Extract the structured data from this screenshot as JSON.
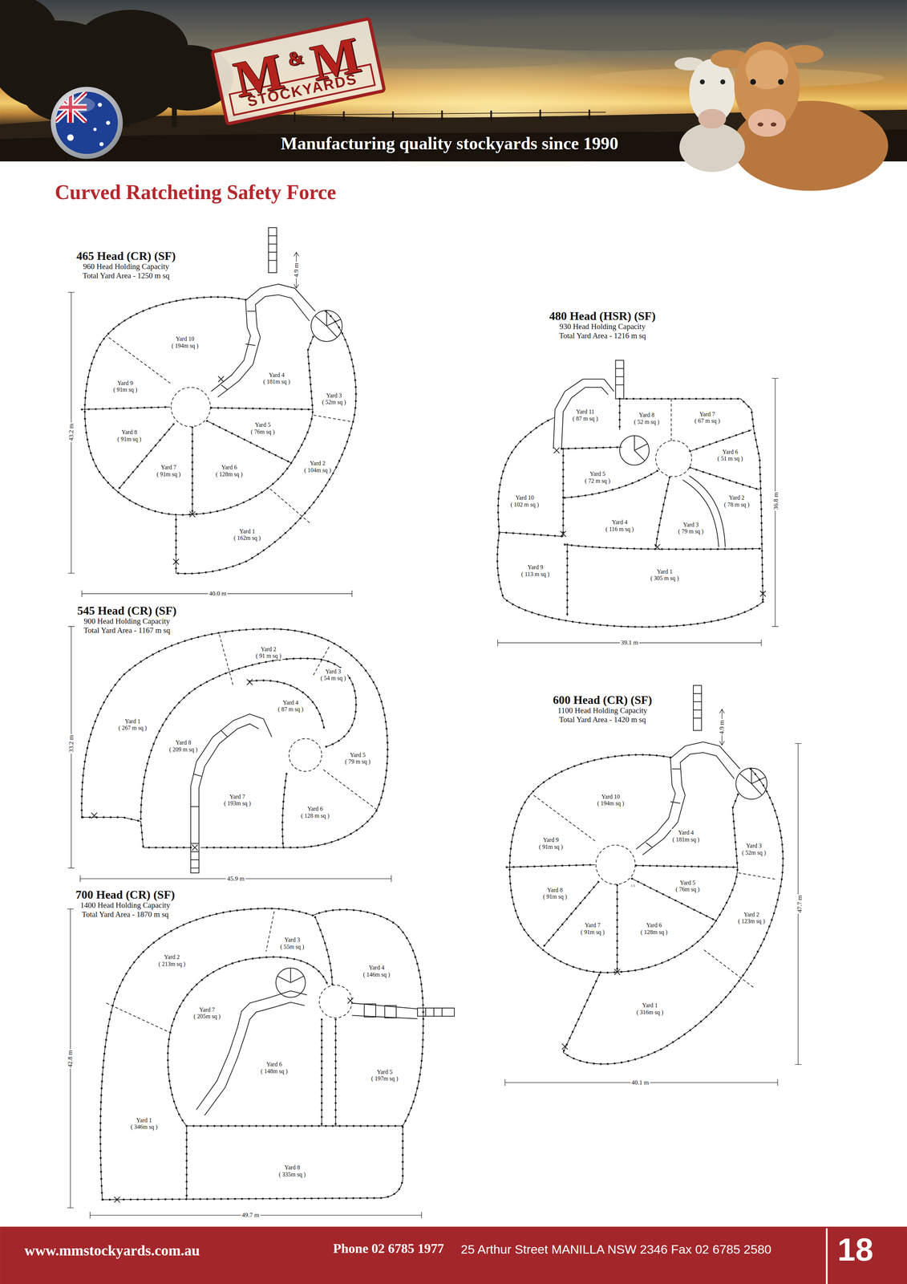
{
  "diagram": {
    "title": "Curved Ratcheting Safety Force",
    "nodes": [
      {
        "text": [
          "465 Head (CR) (SF)",
          "960 Head Holding Capacity",
          "Total Yard Area - 1250 m sq"
        ]
      },
      {
        "text": [
          "Yard 1",
          "( 162m sq )"
        ],
        "in": 0
      },
      {
        "text": [
          "Yard 2",
          "( 104m sq )"
        ],
        "in": 0
      },
      {
        "text": [
          "Yard 3",
          "( 52m sq )"
        ],
        "in": 0
      },
      {
        "text": [
          "Yard 4",
          "( 181m sq )"
        ],
        "in": 0
      },
      {
        "text": [
          "Yard 5",
          "( 76m sq )"
        ],
        "in": 0
      },
      {
        "text": [
          "Yard 6",
          "( 128m sq )"
        ],
        "in": 0
      },
      {
        "text": [
          "Yard 7",
          "( 91m sq )"
        ],
        "in": 0
      },
      {
        "text": [
          "Yard 8",
          "( 91m sq )"
        ],
        "in": 0
      },
      {
        "text": [
          "Yard 9",
          "( 91m sq )"
        ],
        "in": 0
      },
      {
        "text": [
          "Yard 10",
          "( 194m sq )"
        ],
        "in": 0
      },
      {
        "text": [
          "480 Head (HSR) (SF)",
          "930 Head Holding Capacity",
          "Total Yard Area - 1216 m sq"
        ]
      },
      {
        "text": [
          "Yard 1",
          "( 305 m sq )"
        ],
        "in": 11
      },
      {
        "text": [
          "Yard 2",
          "( 78 m sq )"
        ],
        "in": 11
      },
      {
        "text": [
          "Yard 3",
          "( 79 m sq )"
        ],
        "in": 11
      },
      {
        "text": [
          "Yard 4",
          "( 116 m sq )"
        ],
        "in": 11
      },
      {
        "text": [
          "Yard 5",
          "( 72 m sq )"
        ],
        "in": 11
      },
      {
        "text": [
          "Yard 6",
          "( 51 m sq )"
        ],
        "in": 11
      },
      {
        "text": [
          "Yard 7",
          "( 67 m sq )"
        ],
        "in": 11
      },
      {
        "text": [
          "Yard 8",
          "( 52 m sq )"
        ],
        "in": 11
      },
      {
        "text": [
          "Yard 9",
          "( 113 m sq )"
        ],
        "in": 11
      },
      {
        "text": [
          "Yard 10",
          "( 102 m sq )"
        ],
        "in": 11
      },
      {
        "text": [
          "Yard 11",
          "( 87 m sq )"
        ],
        "in": 11
      },
      {
        "text": [
          "545 Head (CR) (SF)",
          "900 Head Holding Capacity",
          "Total Yard Area - 1167 m sq"
        ]
      },
      {
        "text": [
          "Yard 1",
          "( 267 m sq )"
        ],
        "in": 23
      },
      {
        "text": [
          "Yard 2",
          "( 91 m sq )"
        ],
        "in": 23
      },
      {
        "text": [
          "Yard 3",
          "( 54 m sq )"
        ],
        "in": 23
      },
      {
        "text": [
          "Yard 4",
          "( 87 m sq )"
        ],
        "in": 23
      },
      {
        "text": [
          "Yard 5",
          "( 79 m sq )"
        ],
        "in": 23
      },
      {
        "text": [
          "Yard 6",
          "( 128 m sq )"
        ],
        "in": 23
      },
      {
        "text": [
          "Yard 7",
          "( 193m sq )"
        ],
        "in": 23
      },
      {
        "text": [
          "Yard 8",
          "( 209 m sq )"
        ],
        "in": 23
      },
      {
        "text": [
          "600 Head (CR) (SF)",
          "1100 Head Holding Capacity",
          "Total Yard Area - 1420 m sq"
        ]
      },
      {
        "text": [
          "Yard 1",
          "( 316m sq )"
        ],
        "in": 32
      },
      {
        "text": [
          "Yard 2",
          "( 123m sq )"
        ],
        "in": 32
      },
      {
        "text": [
          "Yard 3",
          "( 52m sq )"
        ],
        "in": 32
      },
      {
        "text": [
          "Yard 4",
          "( 181m sq )"
        ],
        "in": 32
      },
      {
        "text": [
          "Yard 5",
          "( 76m sq )"
        ],
        "in": 32
      },
      {
        "text": [
          "Yard 6",
          "( 128m sq )"
        ],
        "in": 32
      },
      {
        "text": [
          "Yard 7",
          "( 91m sq )"
        ],
        "in": 32
      },
      {
        "text": [
          "Yard 8",
          "( 91m sq )"
        ],
        "in": 32
      },
      {
        "text": [
          "Yard 9",
          "( 91m sq )"
        ],
        "in": 32
      },
      {
        "text": [
          "Yard 10",
          "( 194m sq )"
        ],
        "in": 32
      },
      {
        "text": [
          "700 Head (CR) (SF)",
          "1400 Head Holding Capacity",
          "Total Yard Area - 1870 m sq"
        ]
      },
      {
        "text": [
          "Yard 1",
          "( 346m sq )"
        ],
        "in": 43
      },
      {
        "text": [
          "Yard 2",
          "( 213m sq )"
        ],
        "in": 43
      },
      {
        "text": [
          "Yard 3",
          "( 55m sq )"
        ],
        "in": 43
      },
      {
        "text": [
          "Yard 4",
          "( 146m sq )"
        ],
        "in": 43
      },
      {
        "text": [
          "Yard 5",
          "( 197m sq )"
        ],
        "in": 43
      },
      {
        "text": [
          "Yard 6",
          "( 148m sq )"
        ],
        "in": 43
      },
      {
        "text": [
          "Yard 7",
          "( 205m sq )"
        ],
        "in": 43
      },
      {
        "text": [
          "Yard 8",
          "( 335m sq )"
        ],
        "in": 43
      }
    ],
    "labels": [
      "M",
      "&",
      "M",
      "STOCKYARDS",
      "Manufacturing quality stockyards since 1990",
      "4.9 m",
      "43.2 m",
      "40.0 m",
      "36.8 m",
      "39.1 m",
      "33.2 m",
      "45.9 m",
      "4.9 m",
      "1.5",
      "47.7 m",
      "40.1 m",
      "42.8 m",
      "49.7 m",
      "www.mmstockyards.com.au",
      "Phone 02 6785 1977",
      "25 Arthur Street MANILLA NSW 2346 Fax 02 6785 2580",
      "18"
    ]
  }
}
